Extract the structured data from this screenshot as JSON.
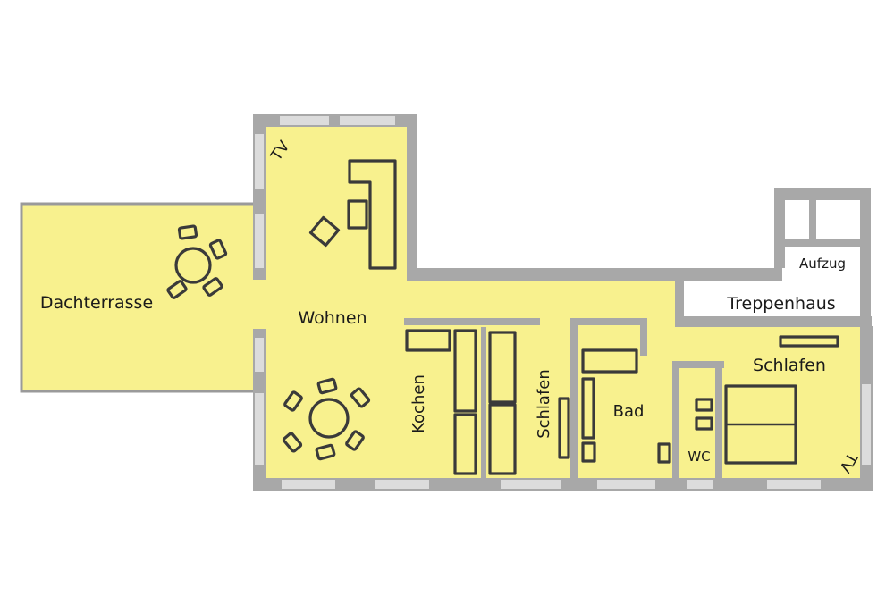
{
  "plan": {
    "rooms": {
      "dachterrasse": "Dachterrasse",
      "wohnen": "Wohnen",
      "kochen": "Kochen",
      "schlafen_small": "Schlafen",
      "bad": "Bad",
      "wc": "WC",
      "schlafen_large": "Schlafen",
      "treppenhaus": "Treppenhaus",
      "aufzug": "Aufzug"
    },
    "tv_top": "TV",
    "tv_bottom": "TV"
  },
  "colors": {
    "floor": "#f8f18e",
    "wall": "#a8a8a8",
    "window": "#dcdcdc",
    "furniture_stroke": "#3a3a3a"
  }
}
